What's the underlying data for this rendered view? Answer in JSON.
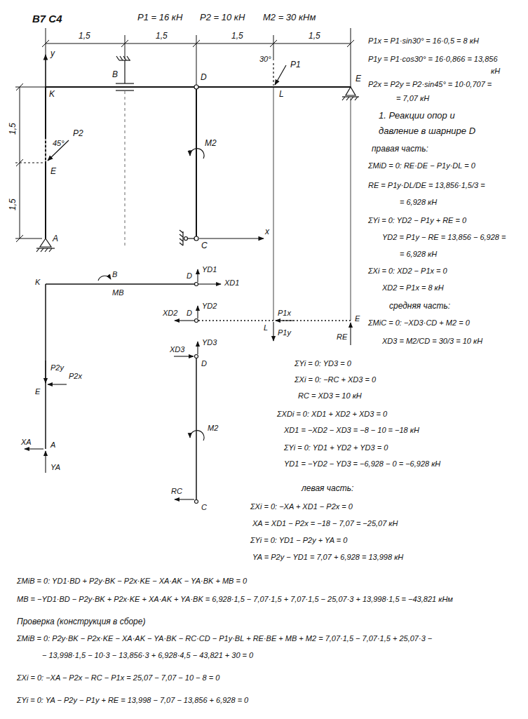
{
  "diagram": {
    "title": "В7 С4",
    "labels": [
      "P1 = 16 кН",
      "P2 = 10 кН",
      "M2 = 30 кНм",
      "1,5",
      "1,5",
      "1,5",
      "1,5",
      "1,5",
      "1,5",
      "y",
      "B",
      "D",
      "30°",
      "P1",
      "L",
      "E",
      "K",
      "45°",
      "P2",
      "E",
      "M2",
      "A",
      "C",
      "x",
      "P1x = P1·sin30° = 16·0,5 = 8 кН",
      "P1y = P1·cos30° = 16·0,866 = 13,856",
      "кН",
      "P2x = P2y = P2·sin45° = 10·0,707 =",
      "= 7,07 кН",
      "1. Реакции опор и",
      "давление в шарнире D",
      "правая часть:",
      "ΣMiD = 0: RE·DE − P1y·DL = 0",
      "RE = P1y·DL/DE = 13,856·1,5/3 =",
      "= 6,928 кН",
      "ΣYi = 0: YD2 − P1y + RE = 0",
      "YD2 = P1y − RE = 13,856 − 6,928 =",
      "= 6,928 кН",
      "ΣXi = 0: XD2 − P1x = 0",
      "XD2 = P1x = 8 кН",
      "средняя часть:",
      "ΣMiC = 0: −XD3·CD + M2 = 0",
      "XD3 = M2/CD = 30/3 = 10 кН",
      "B",
      "D",
      "YD1",
      "XD1",
      "K",
      "MB",
      "D",
      "YD2",
      "XD2",
      "P1x",
      "P1y",
      "L",
      "E",
      "RE",
      "XD3",
      "YD3",
      "D",
      "P2y",
      "P2x",
      "E",
      "M2",
      "XA",
      "A",
      "YA",
      "RC",
      "C",
      "ΣYi = 0: YD3 = 0",
      "ΣXi = 0: −RC + XD3 = 0",
      "RC = XD3 = 10 кН",
      "ΣXDi = 0: XD1 + XD2 + XD3 = 0",
      "XD1 = −XD2 − XD3 = −8 − 10 = −18 кН",
      "ΣYi = 0: YD1 + YD2 + YD3 = 0",
      "YD1 = −YD2 − YD3 = −6,928 − 0 = −6,928 кН",
      "левая часть:",
      "ΣXi = 0: −XA + XD1 − P2x = 0",
      "XA = XD1 − P2x = −18 − 7,07 = −25,07 кН",
      "ΣYi = 0: YD1 − P2y + YA = 0",
      "YA = P2y − YD1 = 7,07 + 6,928 = 13,998 кН",
      "ΣMiB = 0: YD1·BD + P2y·BK − P2x·KE − XA·AK − YA·BK + MB = 0",
      "MB = −YD1·BD − P2y·BK + P2x·KE + XA·AK + YA·BK = 6,928·1,5 − 7,07·1,5 + 7,07·1,5 − 25,07·3 + 13,998·1,5 = −43,821 кНм",
      "Проверка (конструкция в сборе)",
      "ΣMiB = 0: P2y·BK − P2x·KE − XA·AK − YA·BK − RC·CD − P1y·BL + RE·BE + MB + M2 = 7,07·1,5 − 7,07·1,5 + 25,07·3 −",
      "− 13,998·1,5 − 10·3 − 13,856·3 + 6,928·4,5 − 43,821 + 30 = 0",
      "ΣXi = 0: −XA − P2x − RC − P1x = 25,07 − 7,07 − 10 − 8 = 0",
      "ΣYi = 0: YA − P2y − P1y + RE = 13,998 − 7,07 − 13,856 + 6,928 = 0"
    ]
  }
}
